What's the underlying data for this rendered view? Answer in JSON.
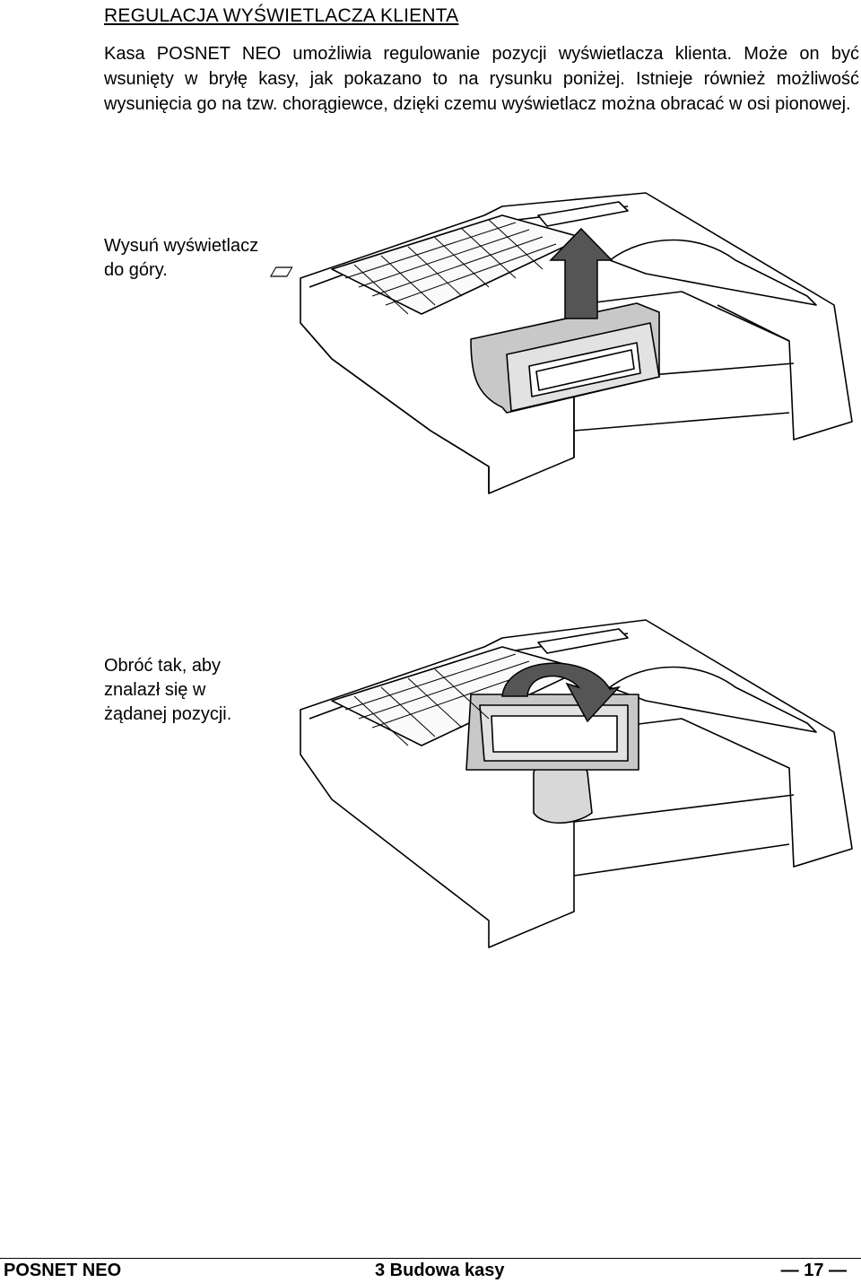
{
  "heading": "REGULACJA WYŚWIETLACZA KLIENTA",
  "intro": "Kasa POSNET NEO umożliwia regulowanie pozycji wyświetlacza klienta. Może on być wsunięty w bryłę kasy, jak pokazano to na rysunku poniżej. Istnieje również możliwość wysunięcia go na tzw. chorągiewce, dzięki czemu wyświetlacz można obracać w osi pionowej.",
  "figures": [
    {
      "caption": "Wysuń wyświetlacz\ndo góry.",
      "arrow_icon": "up-arrow-icon"
    },
    {
      "caption": "Obróć tak, aby\nznalazł się w\nżądanej pozycji.",
      "arrow_icon": "rotate-arrow-icon"
    }
  ],
  "footer": {
    "left": "POSNET NEO",
    "center": "3 Budowa kasy",
    "right": "— 17 —"
  }
}
